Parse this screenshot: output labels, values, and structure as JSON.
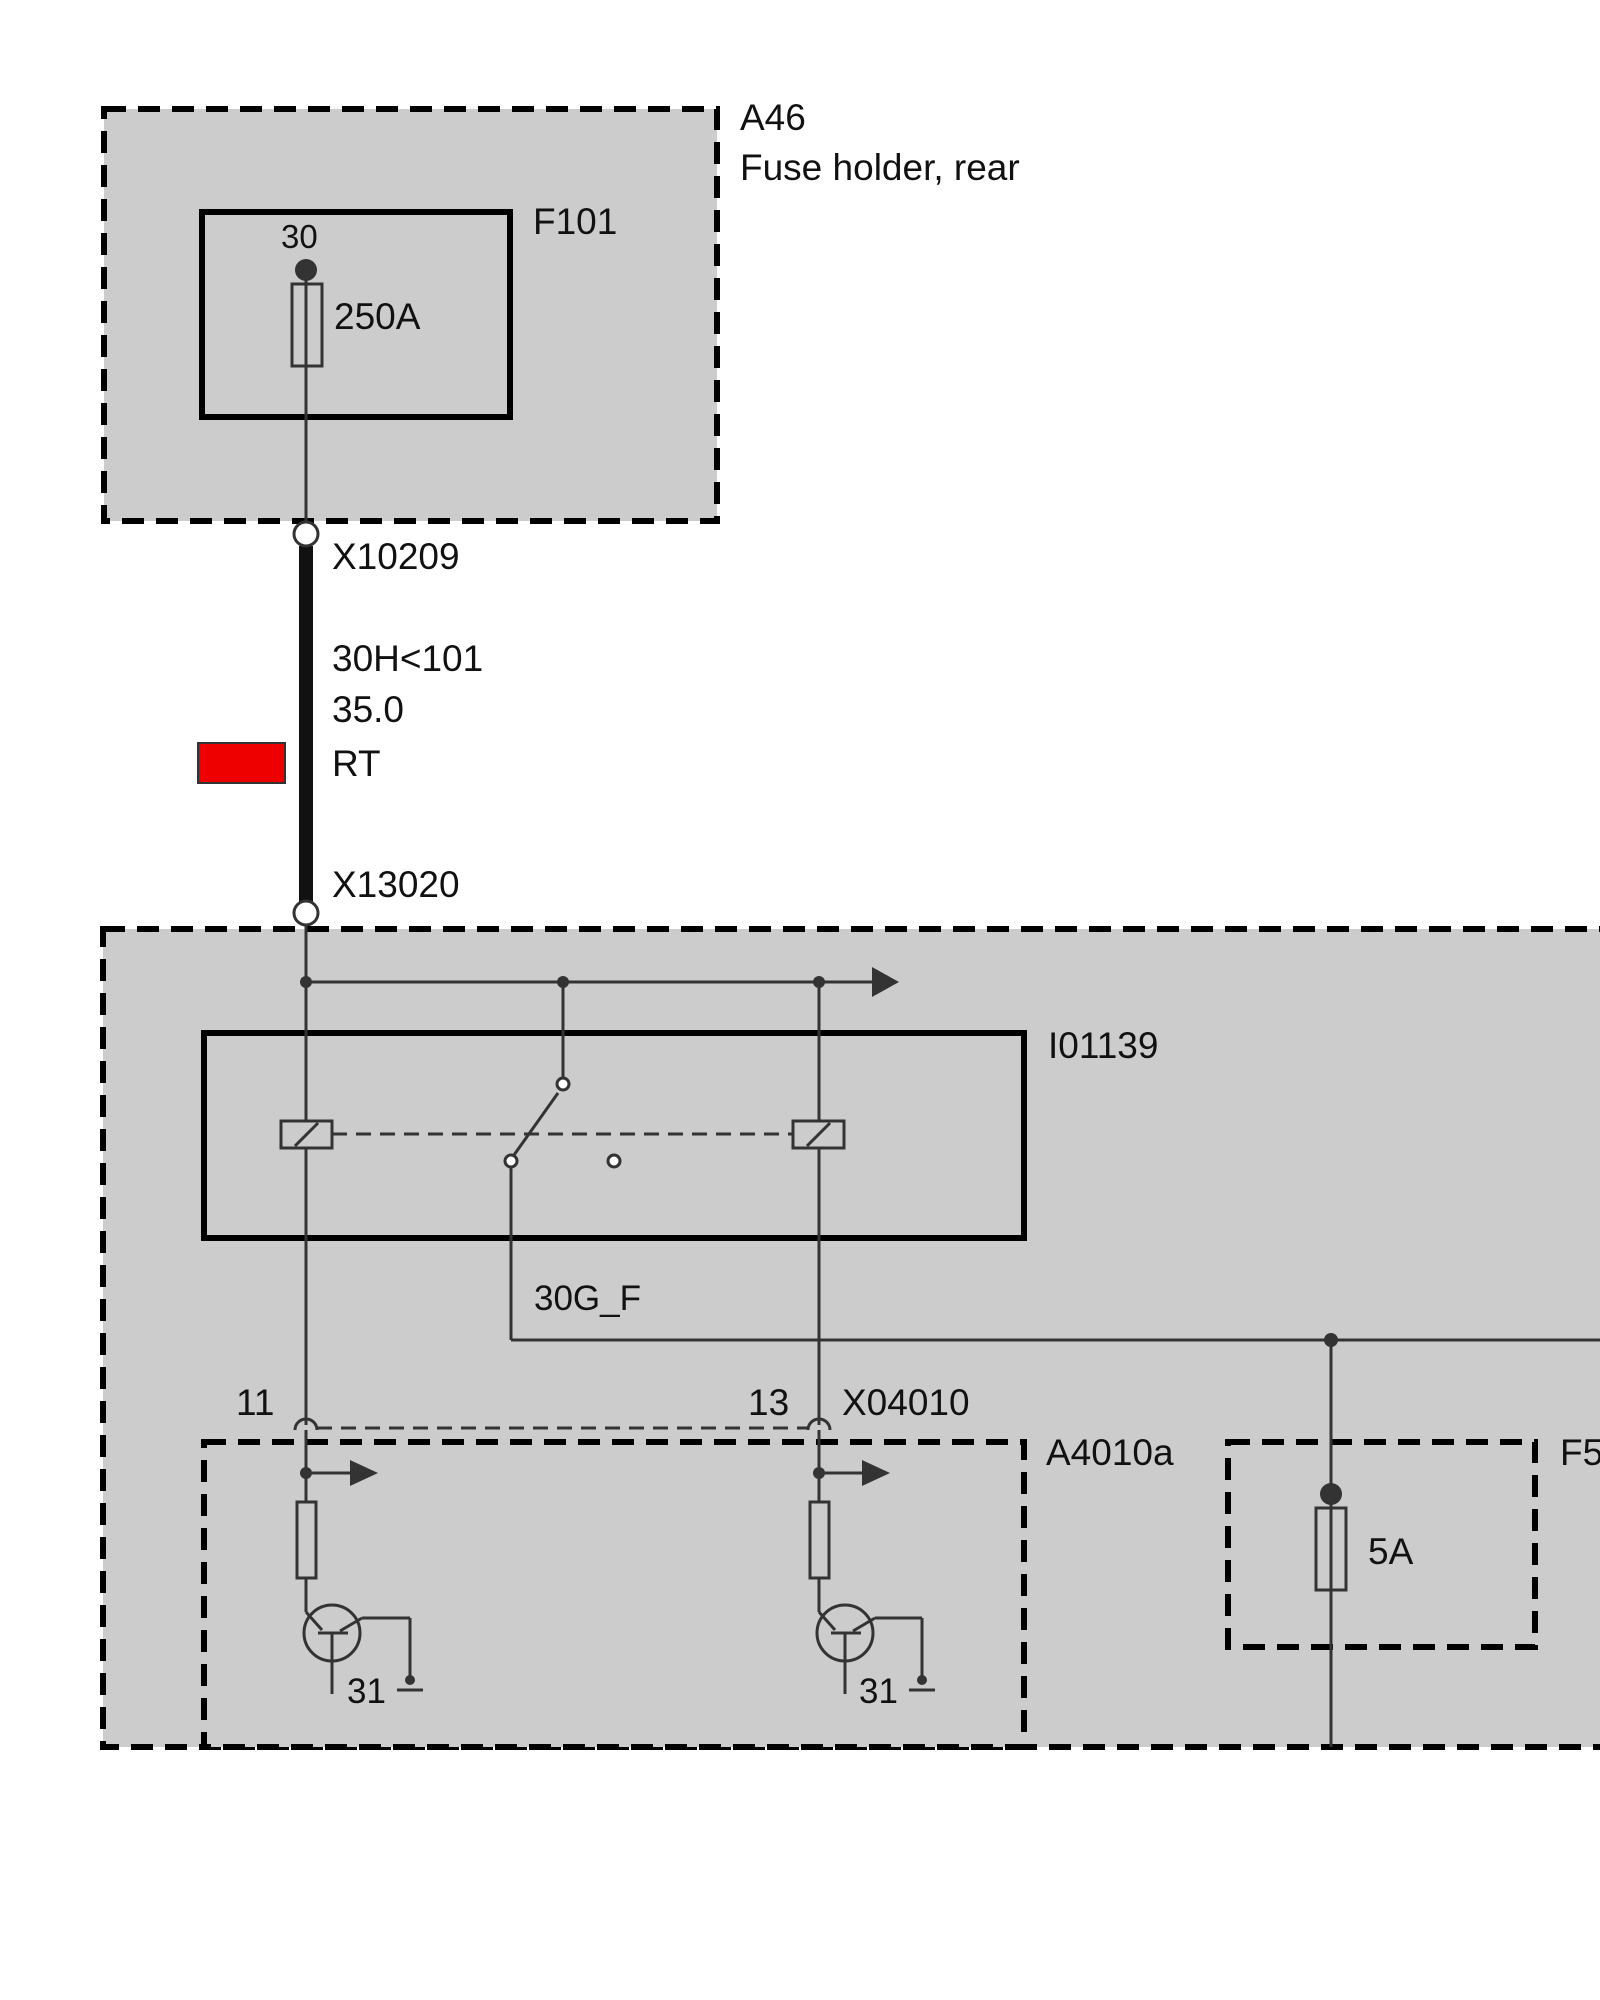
{
  "modules": {
    "a46": {
      "id": "A46",
      "name": "Fuse holder, rear"
    },
    "a4010a": {
      "id": "A4010a"
    },
    "f5": {
      "id": "F5"
    }
  },
  "fuses": {
    "f101": {
      "id": "F101",
      "pin": "30",
      "rating": "250A"
    },
    "f5": {
      "rating": "5A"
    }
  },
  "connectors": {
    "top": "X10209",
    "bottom": "X13020",
    "module": "X04010"
  },
  "wire": {
    "signal": "30H<101",
    "cross_section": "35.0",
    "color_code": "RT",
    "color_hex": "#ee0000"
  },
  "relay": {
    "id": "I01139"
  },
  "net_30g_f": "30G_F",
  "pins": {
    "left": "11",
    "right": "13"
  },
  "grounds": {
    "left": "31",
    "right": "31"
  }
}
